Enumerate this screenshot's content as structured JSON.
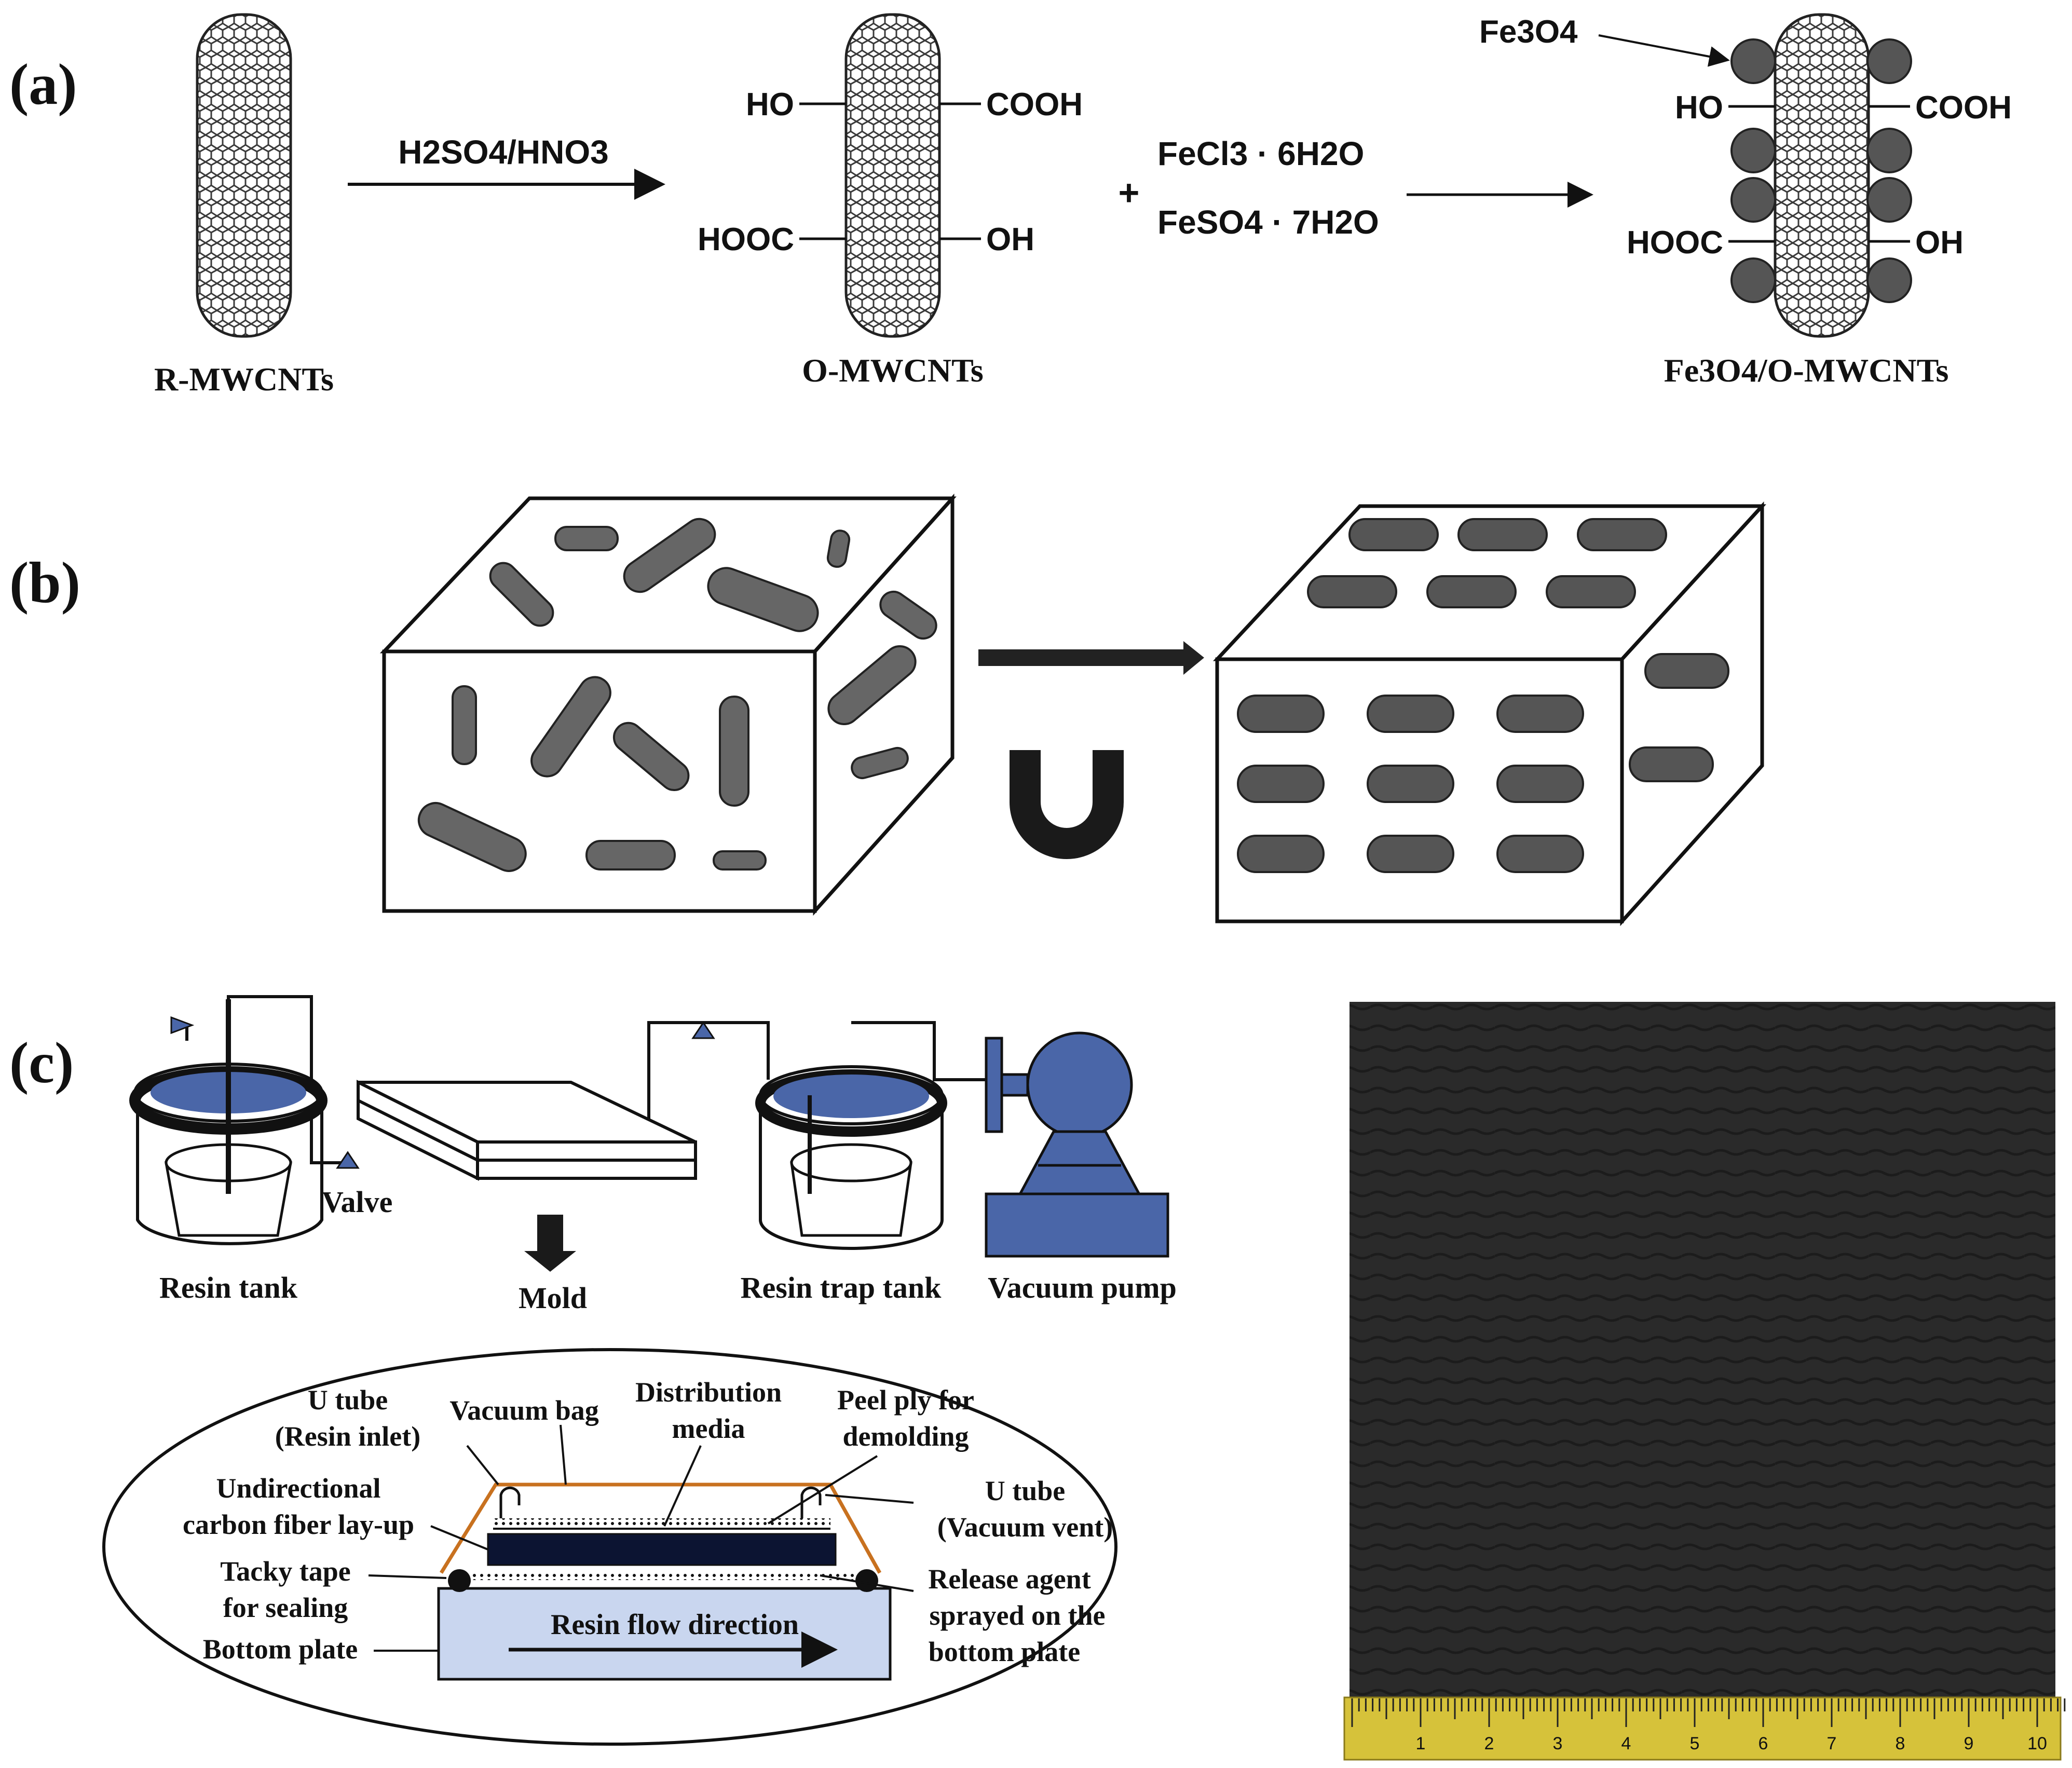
{
  "panel_a": {
    "label": "(a)",
    "step1_reagent": "H2SO4/HNO3",
    "tube1_label": "R-MWCNTs",
    "tube2_label": "O-MWCNTs",
    "tube3_label": "Fe3O4/O-MWCNTs",
    "group_ho": "HO",
    "group_cooh": "COOH",
    "group_hooc": "HOOC",
    "group_oh": "OH",
    "plus": "+",
    "reagent_fecl3": "FeCl3 · 6H2O",
    "reagent_feso4": "FeSO4 · 7H2O",
    "fe3o4_callout": "Fe3O4"
  },
  "panel_b": {
    "label": "(b)"
  },
  "panel_c": {
    "label": "(c)",
    "resin_tank": "Resin tank",
    "valve": "Valve",
    "mold": "Mold",
    "resin_trap_tank": "Resin trap tank",
    "vacuum_pump": "Vacuum pump",
    "u_tube_inlet_1": "U tube",
    "u_tube_inlet_2": "(Resin inlet)",
    "vacuum_bag": "Vacuum bag",
    "distribution_1": "Distribution",
    "distribution_2": "media",
    "peel_ply_1": "Peel ply for",
    "peel_ply_2": "demolding",
    "unidirectional_1": "Undirectional",
    "unidirectional_2": "carbon fiber lay-up",
    "u_tube_vent_1": "U tube",
    "u_tube_vent_2": "(Vacuum vent)",
    "tacky_tape_1": "Tacky tape",
    "tacky_tape_2": "for sealing",
    "release_agent_1": "Release agent",
    "release_agent_2": "sprayed on the",
    "release_agent_3": "bottom plate",
    "resin_flow": "Resin flow direction",
    "bottom_plate": "Bottom plate",
    "ruler_ticks": [
      "1",
      "2",
      "3",
      "4",
      "5",
      "6",
      "7",
      "8",
      "9",
      "10"
    ]
  },
  "colors": {
    "pump_blue": "#4a66a8",
    "pump_blue_dark": "#1f2f63",
    "vacuum_bag_orange": "#c8711f",
    "layup_navy": "#0c1432",
    "bottom_plate_blue": "#c9d6ef",
    "panel_black": "#2a2a2a",
    "ruler_yellow": "#d6c23a"
  }
}
